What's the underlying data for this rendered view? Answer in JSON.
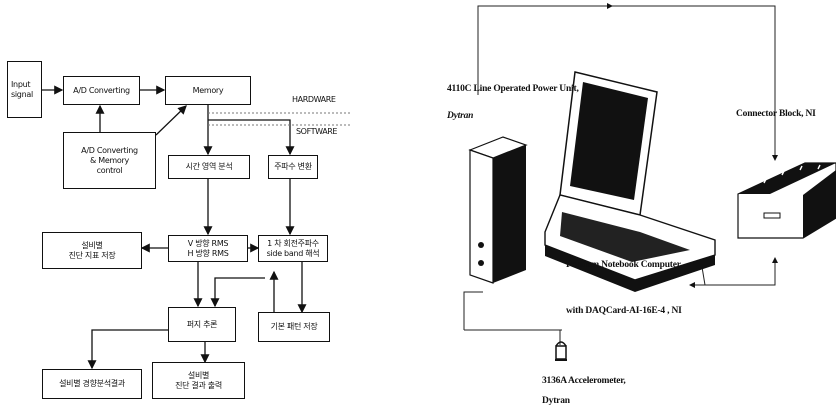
{
  "flowchart": {
    "input_signal": "Input\nsignal",
    "ad_converting": "A/D Converting",
    "memory": "Memory",
    "ad_memory_control": "A/D Converting\n& Memory\ncontrol",
    "hardware": "HARDWARE",
    "software": "SOFTWARE",
    "time_domain": "시간 영역 분석",
    "freq_transform": "주파수 변환",
    "diag_index_save": "설비별\n진단 지표 저장",
    "rms": "V 방향 RMS\nH 방향 RMS",
    "sideband": "1 차 회전주파수\nside band  해석",
    "fuzzy": "퍼지 추론",
    "base_pattern": "기본 패턴 저장",
    "trend_result": "설비별 경향분석결과",
    "diag_output": "설비별\n진단 결과 출력"
  },
  "hardware_setup": {
    "power_unit": "4110C Line Operated Power Unit,",
    "power_unit_brand": "Dytran",
    "connector_block": "Connector Block, NI",
    "notebook": "Pentium Notebook Computer",
    "daqcard": "with DAQCard-AI-16E-4 , NI",
    "accelerometer": "3136A Accelerometer,",
    "accelerometer_brand": "Dytran"
  }
}
